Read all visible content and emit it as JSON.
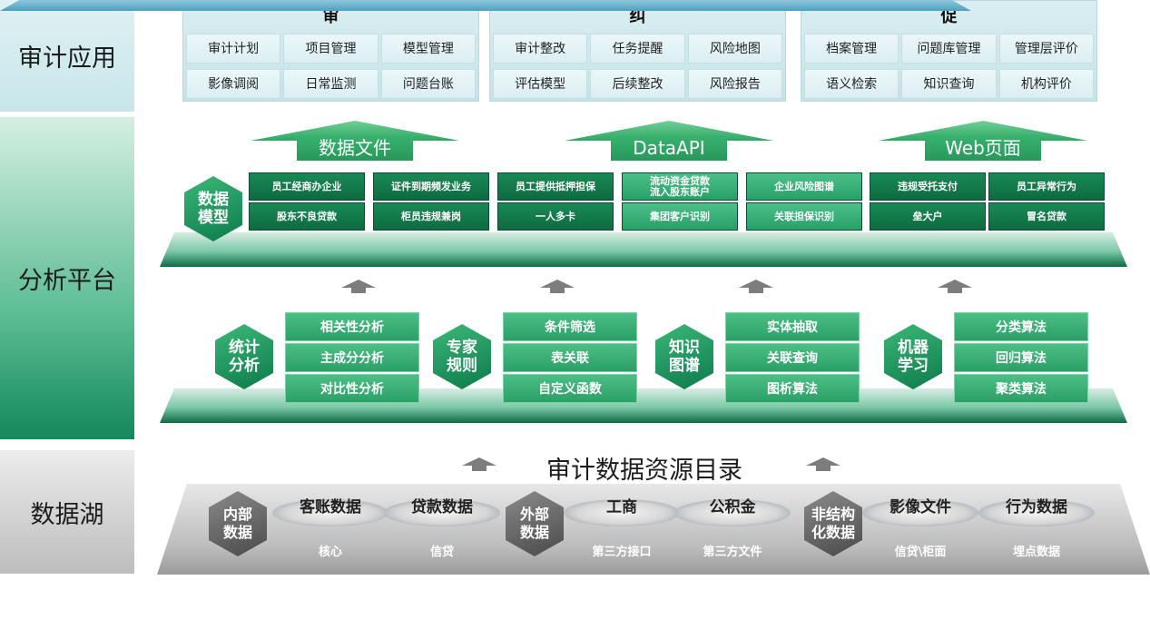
{
  "sections": {
    "app": "审计应用",
    "platform": "分析平台",
    "lake": "数据湖"
  },
  "top_blocks": [
    {
      "title": "审",
      "items": [
        "审计计划",
        "项目管理",
        "模型管理",
        "影像调阅",
        "日常监测",
        "问题台账"
      ]
    },
    {
      "title": "纠",
      "items": [
        "审计整改",
        "任务提醒",
        "风险地图",
        "评估模型",
        "后续整改",
        "风险报告"
      ]
    },
    {
      "title": "促",
      "items": [
        "档案管理",
        "问题库管理",
        "管理层评价",
        "语义检索",
        "知识查询",
        "机构评价"
      ]
    }
  ],
  "outputs": [
    "数据文件",
    "DataAPI",
    "Web页面"
  ],
  "model_hex": "数据\n模型",
  "models": [
    {
      "top": "员工经商办企业",
      "bottom": "股东不良贷款",
      "style": "dark"
    },
    {
      "top": "证件到期频发业务",
      "bottom": "柜员违规兼岗",
      "style": "dark"
    },
    {
      "top": "员工提供抵押担保",
      "bottom": "一人多卡",
      "style": "dark"
    },
    {
      "top": "流动资金贷款\n流入股东账户",
      "bottom": "集团客户识别",
      "style": "light"
    },
    {
      "top": "企业风险图谱",
      "bottom": "关联担保识别",
      "style": "light"
    },
    {
      "top": "违规受托支付",
      "bottom": "垒大户",
      "style": "dark"
    },
    {
      "top": "员工异常行为",
      "bottom": "冒名贷款",
      "style": "dark"
    }
  ],
  "analysis": [
    {
      "hex": "统计\n分析",
      "items": [
        "相关性分析",
        "主成分分析",
        "对比性分析"
      ]
    },
    {
      "hex": "专家\n规则",
      "items": [
        "条件筛选",
        "表关联",
        "自定义函数"
      ]
    },
    {
      "hex": "知识\n图谱",
      "items": [
        "实体抽取",
        "关联查询",
        "图析算法"
      ]
    },
    {
      "hex": "机器\n学习",
      "items": [
        "分类算法",
        "回归算法",
        "聚类算法"
      ]
    }
  ],
  "catalog_title": "审计数据资源目录",
  "lake_groups": [
    {
      "hex": "内部\n数据",
      "sources": [
        {
          "name": "客账数据",
          "sub": "核心"
        },
        {
          "name": "贷款数据",
          "sub": "信贷"
        }
      ]
    },
    {
      "hex": "外部\n数据",
      "sources": [
        {
          "name": "工商",
          "sub": "第三方接口"
        },
        {
          "name": "公积金",
          "sub": "第三方文件"
        }
      ]
    },
    {
      "hex": "非结构\n化数据",
      "sources": [
        {
          "name": "影像文件",
          "sub": "信贷\\柜面"
        },
        {
          "name": "行为数据",
          "sub": "埋点数据"
        }
      ]
    }
  ],
  "colors": {
    "green_dark": "#0d6a40",
    "green_light": "#2ea864",
    "teal": "#c6e3e8",
    "gray": "#7d7d7d"
  }
}
